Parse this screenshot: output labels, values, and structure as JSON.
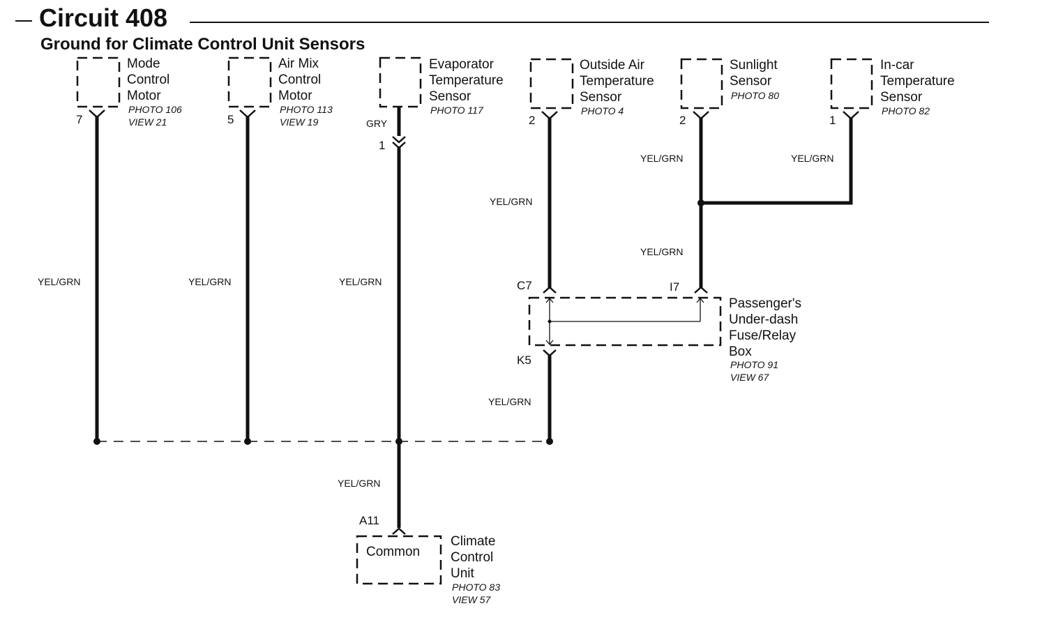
{
  "header": {
    "circuit": "Circuit 408",
    "subtitle": "Ground for Climate Control Unit Sensors"
  },
  "components": {
    "mode_motor": {
      "name": [
        "Mode",
        "Control",
        "Motor"
      ],
      "photo": "PHOTO 106",
      "view": "VIEW 21",
      "pin": "7"
    },
    "airmix_motor": {
      "name": [
        "Air Mix",
        "Control",
        "Motor"
      ],
      "photo": "PHOTO 113",
      "view": "VIEW 19",
      "pin": "5"
    },
    "evap_sensor": {
      "name": [
        "Evaporator",
        "Temperature",
        "Sensor"
      ],
      "photo": "PHOTO 117",
      "pin": "1",
      "wire_top": "GRY"
    },
    "outside_sensor": {
      "name": [
        "Outside Air",
        "Temperature",
        "Sensor"
      ],
      "photo": "PHOTO 4",
      "pin": "2"
    },
    "sunlight_sensor": {
      "name": [
        "Sunlight",
        "Sensor"
      ],
      "photo": "PHOTO 80",
      "pin": "2"
    },
    "incar_sensor": {
      "name": [
        "In-car",
        "Temperature",
        "Sensor"
      ],
      "photo": "PHOTO 82",
      "pin": "1"
    },
    "fuse_box": {
      "name": [
        "Passenger's",
        "Under-dash",
        "Fuse/Relay",
        "Box"
      ],
      "photo": "PHOTO 91",
      "view": "VIEW 67",
      "pin_c": "C7",
      "pin_i": "I7",
      "pin_k": "K5"
    },
    "control_unit": {
      "name": [
        "Climate",
        "Control",
        "Unit"
      ],
      "inner": "Common",
      "photo": "PHOTO 83",
      "view": "VIEW 57",
      "pin": "A11"
    }
  },
  "wires": {
    "color": "YEL/GRN"
  }
}
